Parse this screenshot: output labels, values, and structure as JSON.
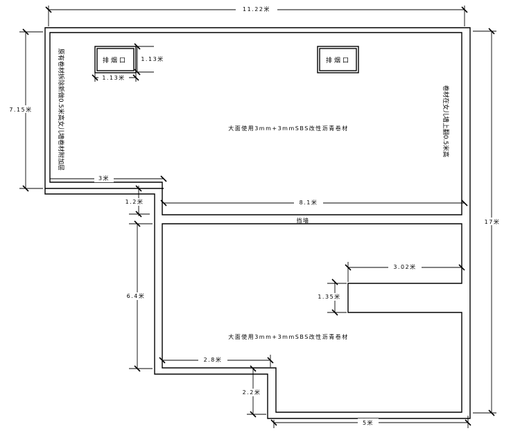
{
  "dims": {
    "top_width": "11.22米",
    "left_height": "7.15米",
    "right_height": "17米",
    "step_width_left": "3米",
    "step_height": "1.2米",
    "top_right_width": "8.1米",
    "lower_left_height": "6.4米",
    "notch_width": "3.02米",
    "notch_height": "1.35米",
    "bottom_step_width": "2.8米",
    "bottom_step_height": "2.2米",
    "bottom_width": "5米",
    "vent_h": "1.13米",
    "vent_w": "1.13米"
  },
  "labels": {
    "vent_left": "排烟口",
    "vent_right": "排烟口",
    "main_top": "大面使用3mm+3mmSBS改性沥青卷材",
    "main_bottom": "大面使用3mm+3mmSBS改性沥青卷材",
    "parapet": "挡墙",
    "left_note": "原有卷材拆除新做0.5米高女儿墙卷材附加层",
    "right_note": "卷材在女儿墙上翻0.5米高"
  }
}
